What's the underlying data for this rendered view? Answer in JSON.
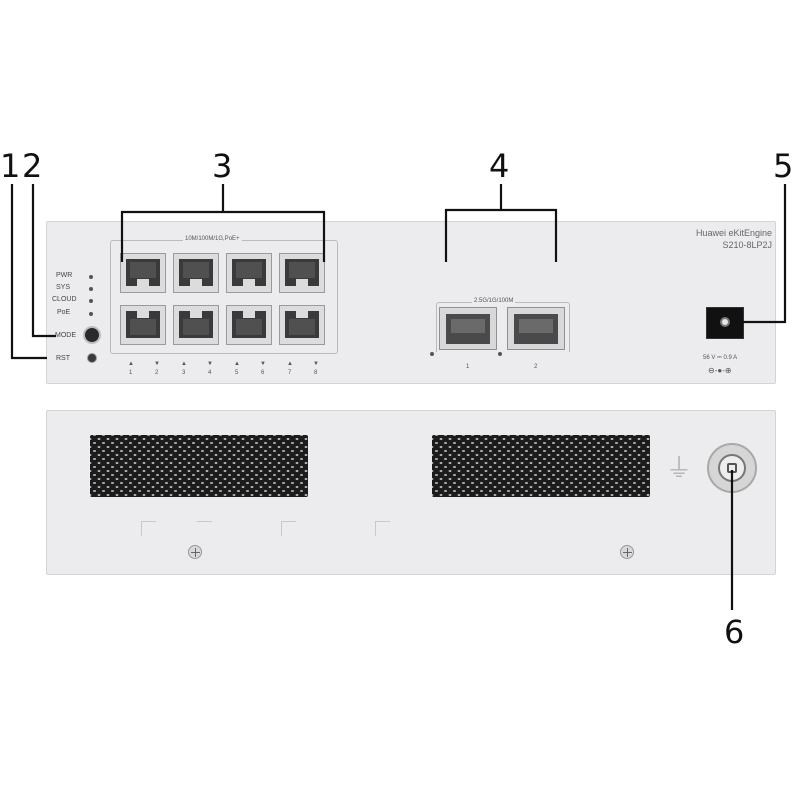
{
  "callouts": [
    "1",
    "2",
    "3",
    "4",
    "5",
    "6"
  ],
  "front_panel": {
    "leds": [
      {
        "label": "PWR"
      },
      {
        "label": "SYS"
      },
      {
        "label": "CLOUD"
      },
      {
        "label": "PoE"
      }
    ],
    "mode_label": "MODE",
    "rst_label": "RST",
    "rj45_group_label": "10M/100M/1G,PoE+",
    "rj45_port_numbers": [
      "1",
      "2",
      "3",
      "4",
      "5",
      "6",
      "7",
      "8"
    ],
    "sfp_group_label": "2.5G/1G/100M",
    "sfp_port_numbers": [
      "1",
      "2"
    ],
    "brand_line1": "Huawei eKitEngine",
    "brand_line2": "S210-8LP2J",
    "power_rating": "56 V ⎓ 0.9 A",
    "power_polarity": "⊖-●-⊕"
  },
  "rear_panel": {
    "ground_symbol": "⏚"
  },
  "colors": {
    "panel": "#ececee",
    "callout_line": "#111111",
    "vent": "#1c1c1c"
  },
  "icons": [
    "ground-symbol-icon",
    "ground-screw-icon",
    "mounting-screw-icon",
    "power-polarity-icon"
  ]
}
